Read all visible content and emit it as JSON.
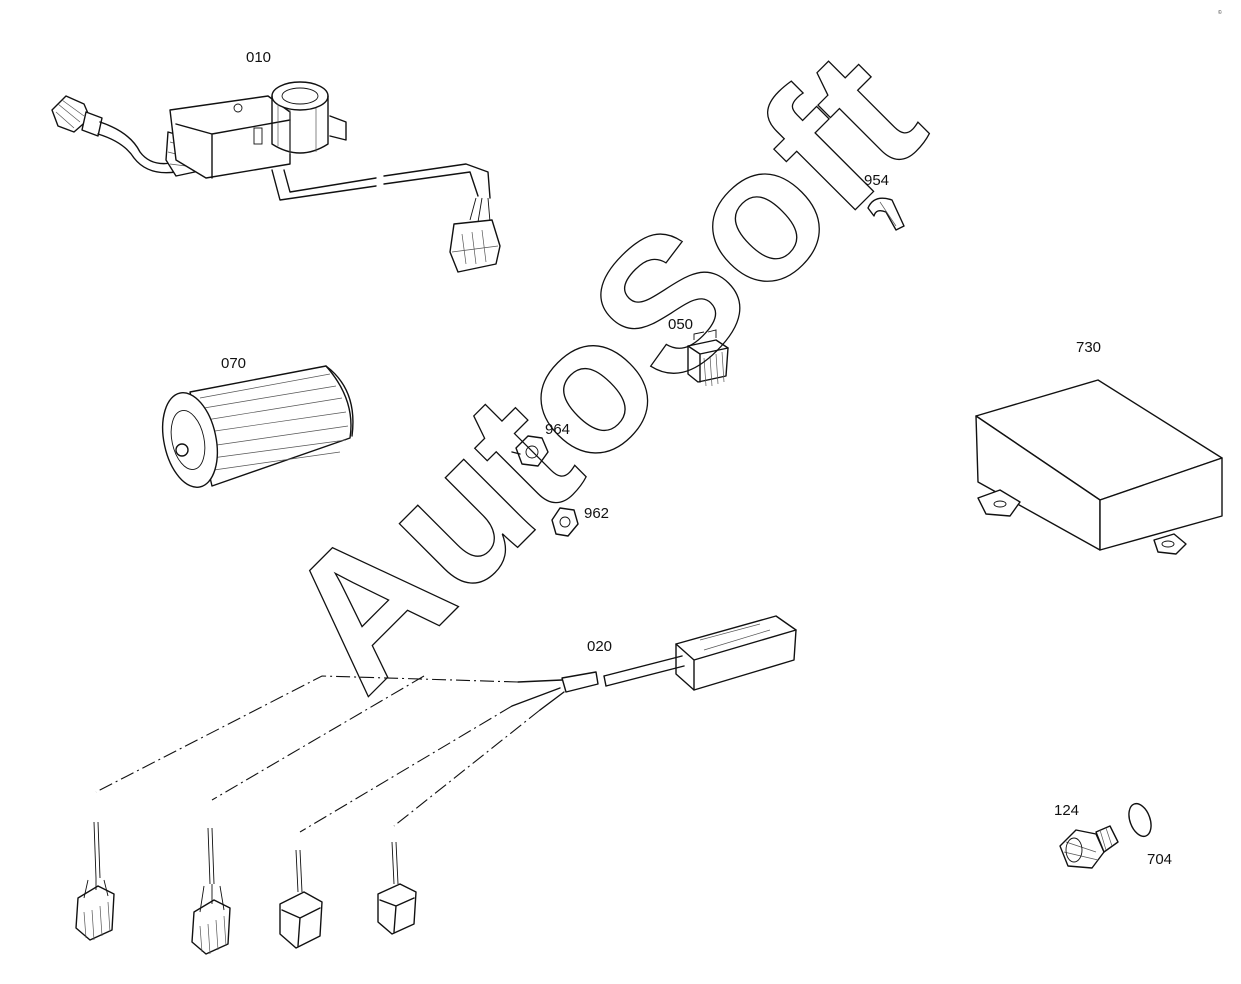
{
  "corner_mark": "©",
  "watermark": "AutoSoft",
  "labels": {
    "p010": "010",
    "p070": "070",
    "p050": "050",
    "p964": "964",
    "p962": "962",
    "p954": "954",
    "p730": "730",
    "p020": "020",
    "p124": "124",
    "p704": "704"
  }
}
